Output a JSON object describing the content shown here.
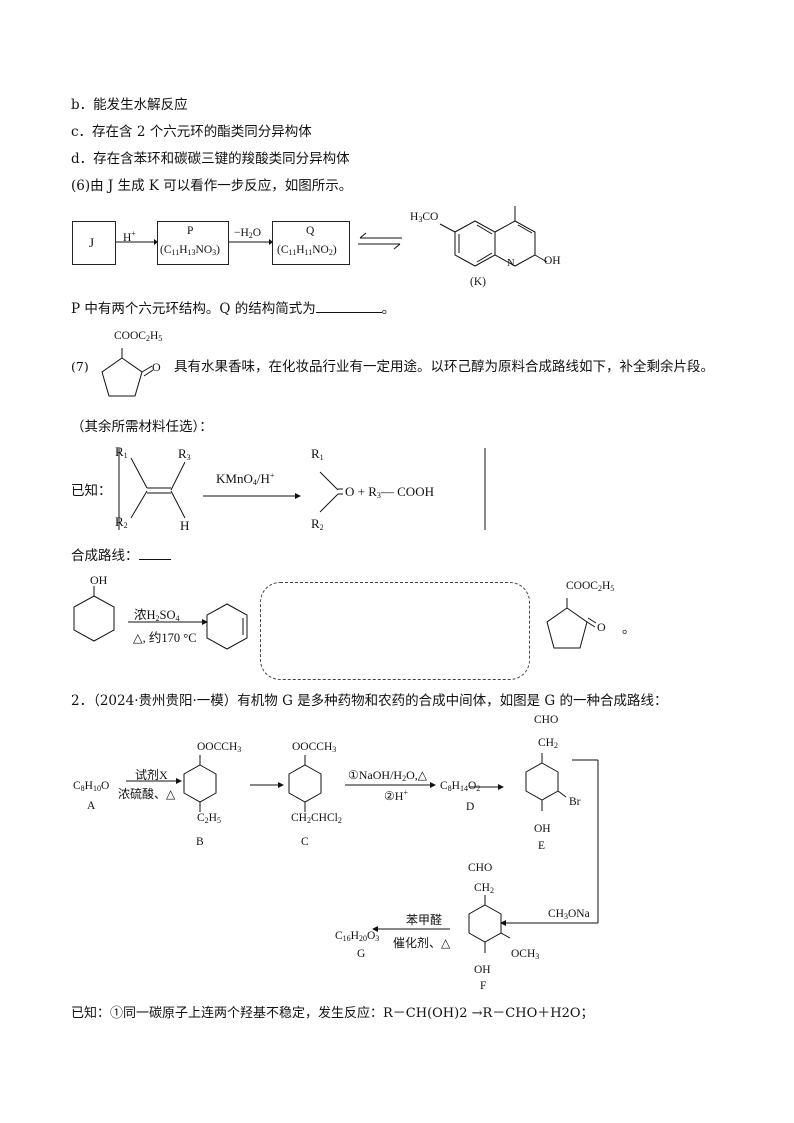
{
  "q1": {
    "opt_b": "b．能发生水解反应",
    "opt_c": "c．存在含 2 个六元环的酯类同分异构体",
    "opt_d": "d．存在含苯环和碳碳三键的羧酸类同分异构体",
    "part6": "(6)由 J 生成 K 可以看作一步反应，如图所示。",
    "scheme6": {
      "J": "J",
      "arrow1": "H",
      "P_name": "P",
      "P_formula": "(C11H13NO3)",
      "arrow2": "−H2O",
      "Q_name": "Q",
      "Q_formula": "(C11H11NO2)",
      "K_sub_left": "H3CO",
      "K_sub_right": "OH",
      "K_N": "N",
      "K_label": "(K)"
    },
    "p_text_a": "P 中有两个六元环结构。Q 的结构简式为",
    "p_text_b": "。",
    "part7_num": "(7)",
    "part7_group": "COOC2H5",
    "part7_O": "O",
    "part7_text": "具有水果香味，在化妆品行业有一定用途。以环己醇为原料合成路线如下，补全剩余片段。",
    "part7_text2": "（其余所需材料任选）：",
    "known_label": "已知：",
    "known_r1": "R1",
    "known_r2": "R2",
    "known_r3": "R3",
    "known_h": "H",
    "known_reagent": "KMnO4/H+",
    "known_prod_r1": "R1",
    "known_prod_r2": "R2",
    "known_prod_rest": "O + R3— COOH",
    "route_label": "合成路线：",
    "route_oh": "OH",
    "route_reagent_top": "浓H2SO4",
    "route_reagent_bottom": "△, 约170 °C",
    "route_group": "COOC2H5",
    "route_O": "O",
    "route_end": "。"
  },
  "q2": {
    "stem": "2．（2024·贵州贵阳·一模）有机物 G 是多种药物和农药的合成中间体，如图是 G 的一种合成路线：",
    "A_formula": "C8H10O",
    "A": "A",
    "reagent_x": "试剂X",
    "reagent_x2": "浓硫酸、△",
    "B_top": "OOCCH3",
    "B_bottom": "C2H5",
    "B": "B",
    "C_top": "OOCCH3",
    "C_bottom": "CH2CHCl2",
    "C": "C",
    "step_top": "①NaOH/H2O,△",
    "step_bottom": "②H+",
    "D_formula": "C8H14O2",
    "D": "D",
    "E_top": "CHO",
    "E_ch2": "CH2",
    "E_br": "Br",
    "E_oh": "OH",
    "E": "E",
    "reagent_meona": "CH3ONa",
    "F_top": "CHO",
    "F_ch2": "CH2",
    "F_ome": "OCH3",
    "F_oh": "OH",
    "F": "F",
    "reagent_bz": "苯甲醛",
    "reagent_cat": "催化剂、△",
    "G_formula": "C16H20O3",
    "G": "G",
    "known": "已知：①同一碳原子上连两个羟基不稳定，发生反应：R－CH(OH)2 →R－CHO＋H2O；"
  }
}
